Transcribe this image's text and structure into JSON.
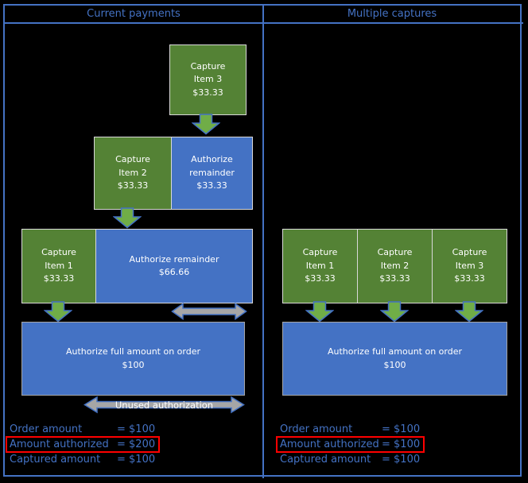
{
  "colors": {
    "background": "#000000",
    "border_blue": "#4472C4",
    "title_text": "#4472C4",
    "summary_text": "#4472C4",
    "green_fill": "#548235",
    "green_border": "#D9D9D9",
    "blue_fill": "#4472C4",
    "blue_border": "#A6A6A6",
    "arrow_green": "#70AD47",
    "gray_fill": "#A6A6A6",
    "red_highlight": "#FF0000",
    "box_text": "#FFFFFF"
  },
  "left_panel": {
    "title": "Current payments",
    "boxes": {
      "capture_item_3": "Capture\nItem 3\n$33.33",
      "capture_item_2": "Capture\nItem 2\n$33.33",
      "authorize_remainder_step2": "Authorize\nremainder\n$33.33",
      "capture_item_1": "Capture\nItem 1\n$33.33",
      "authorize_remainder_step1": "Authorize remainder\n$66.66",
      "authorize_full": "Authorize full amount on order\n$100"
    },
    "unused_label": "Unused authorization",
    "summary": [
      {
        "label": "Order amount",
        "value": "= $100",
        "highlighted": false
      },
      {
        "label": "Amount authorized",
        "value": "= $200",
        "highlighted": true
      },
      {
        "label": "Captured amount",
        "value": "= $100",
        "highlighted": false
      }
    ]
  },
  "right_panel": {
    "title": "Multiple captures",
    "boxes": {
      "capture_item_1": "Capture\nItem 1\n$33.33",
      "capture_item_2": "Capture\nItem 2\n$33.33",
      "capture_item_3": "Capture\nItem 3\n$33.33",
      "authorize_full": "Authorize full amount on order\n$100"
    },
    "summary": [
      {
        "label": "Order amount",
        "value": "= $100",
        "highlighted": false
      },
      {
        "label": "Amount authorized",
        "value": "= $100",
        "highlighted": true
      },
      {
        "label": "Captured amount",
        "value": "= $100",
        "highlighted": false
      }
    ]
  }
}
